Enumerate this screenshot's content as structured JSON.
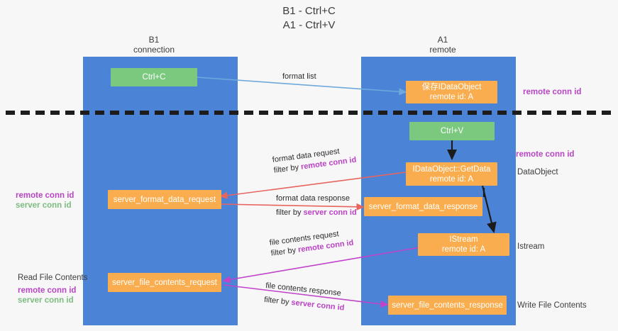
{
  "title": {
    "line1": "B1 - Ctrl+C",
    "line2": "A1 - Ctrl+V"
  },
  "columns": [
    {
      "id": "b1",
      "header_line1": "B1",
      "header_line2": "connection",
      "color": "#4b84d7"
    },
    {
      "id": "a1",
      "header_line1": "A1",
      "header_line2": "remote",
      "color": "#4b84d7"
    }
  ],
  "colors": {
    "column_blue": "#4b84d7",
    "node_orange": "#f9ad4e",
    "node_green": "#7bc97f",
    "accent_purple": "#b845c4",
    "accent_green": "#7cbd7f",
    "arrow_blue": "#6fa8dc",
    "arrow_black": "#1c1c1c",
    "arrow_red": "#e8655f",
    "arrow_magenta": "#c043c9",
    "background": "#f7f7f7",
    "text_dark": "#3c3c3c"
  },
  "nodes": [
    {
      "id": "ctrl-c",
      "label1": "Ctrl+C",
      "label2": "",
      "kind": "green"
    },
    {
      "id": "save-idataobject",
      "label1": "保存IDataObject",
      "label2": "remote id: A",
      "kind": "orange"
    },
    {
      "id": "ctrl-v",
      "label1": "Ctrl+V",
      "label2": "",
      "kind": "green"
    },
    {
      "id": "idataobject-getdata",
      "label1": "IDataObject::GetData",
      "label2": "remote id: A",
      "kind": "orange"
    },
    {
      "id": "server-format-data-request",
      "label1": "server_format_data_request",
      "label2": "",
      "kind": "orange"
    },
    {
      "id": "server-format-data-response",
      "label1": "server_format_data_response",
      "label2": "",
      "kind": "orange"
    },
    {
      "id": "istream",
      "label1": "IStream",
      "label2": "remote id: A",
      "kind": "orange"
    },
    {
      "id": "server-file-contents-request",
      "label1": "server_file_contents_request",
      "label2": "",
      "kind": "orange"
    },
    {
      "id": "server-file-contents-response",
      "label1": "server_file_contents_response",
      "label2": "",
      "kind": "orange"
    }
  ],
  "edge_labels": [
    {
      "id": "format-list",
      "line1": "format list",
      "line2_prefix": "",
      "line2_highlight": ""
    },
    {
      "id": "format-data-request",
      "line1": "format data request",
      "line2_prefix": "filter by ",
      "line2_highlight": "remote conn id"
    },
    {
      "id": "format-data-response",
      "line1": "format data response",
      "line2_prefix": "filter by ",
      "line2_highlight": "server conn id"
    },
    {
      "id": "file-contents-request",
      "line1": "file contents request",
      "line2_prefix": "filter by ",
      "line2_highlight": "remote conn id"
    },
    {
      "id": "file-contents-response",
      "line1": "file contents response",
      "line2_prefix": "filter by ",
      "line2_highlight": "server conn id"
    }
  ],
  "side_labels": {
    "right_top_conn": "remote conn id",
    "right_mid_conn": "remote conn id",
    "right_dataobject": "DataObject",
    "right_istream": "Istream",
    "right_write_file": "Write File Contents",
    "left_mid_remote": "remote conn id",
    "left_mid_server": "server conn id",
    "left_read_file": "Read File Contents",
    "left_low_remote": "remote conn id",
    "left_low_server": "server conn id"
  }
}
